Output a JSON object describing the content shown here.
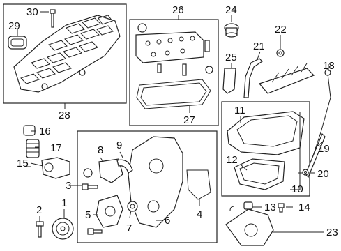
{
  "diagram": {
    "callouts": {
      "c1": "1",
      "c2": "2",
      "c3": "3",
      "c4": "4",
      "c5": "5",
      "c6": "6",
      "c7": "7",
      "c8": "8",
      "c9": "9",
      "c10": "10",
      "c11": "11",
      "c12": "12",
      "c13": "13",
      "c14": "14",
      "c15": "15",
      "c16": "16",
      "c17": "17",
      "c18": "18",
      "c19": "19",
      "c20": "20",
      "c21": "21",
      "c22": "22",
      "c23": "23",
      "c24": "24",
      "c25": "25",
      "c26": "26",
      "c27": "27",
      "c28": "28",
      "c29": "29",
      "c30": "30"
    }
  }
}
